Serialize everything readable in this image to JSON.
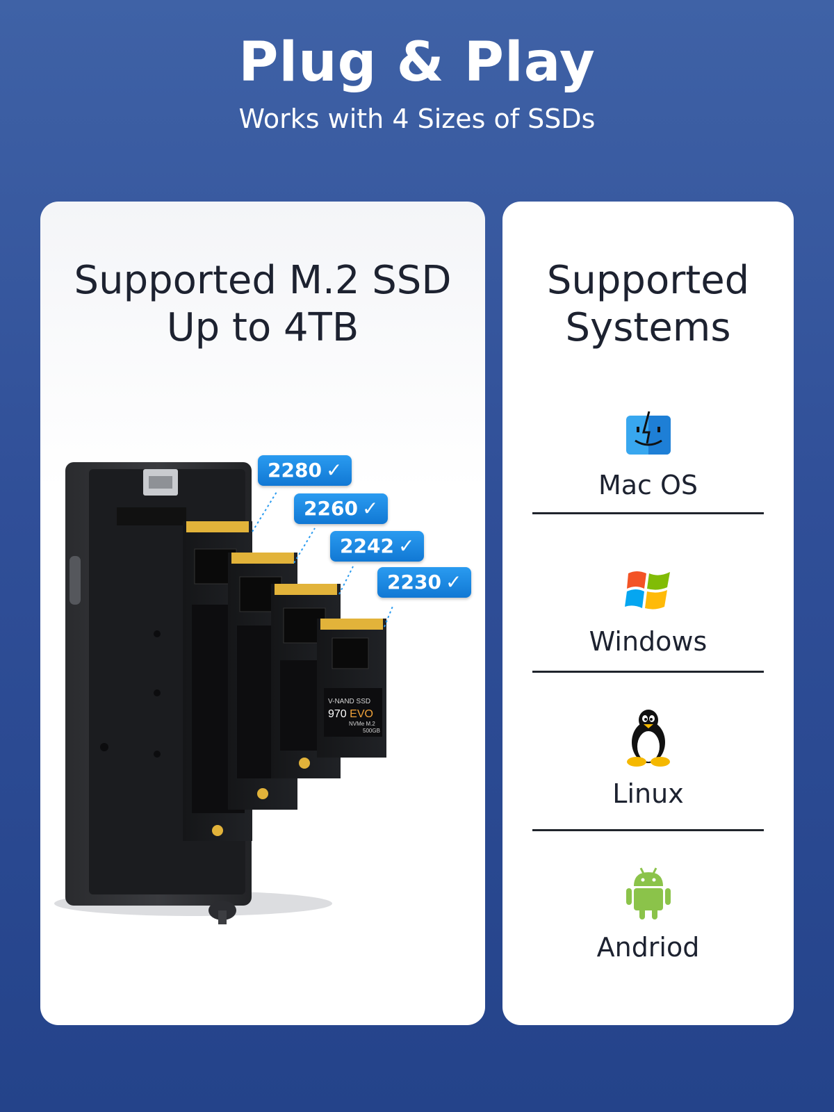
{
  "header": {
    "title": "Plug & Play",
    "subtitle": "Works with 4 Sizes of SSDs"
  },
  "left_card": {
    "title_line1": "Supported M.2 SSD",
    "title_line2": "Up to 4TB",
    "size_tags": [
      {
        "label": "2280"
      },
      {
        "label": "2260"
      },
      {
        "label": "2242"
      },
      {
        "label": "2230"
      }
    ],
    "ssd_label_brand": "V-NAND SSD",
    "ssd_label_model": "970 EVO",
    "ssd_label_type": "NVMe M.2",
    "ssd_label_capacity": "500GB"
  },
  "right_card": {
    "title_line1": "Supported",
    "title_line2": "Systems",
    "systems": [
      {
        "label": "Mac OS",
        "icon": "mac-finder-icon"
      },
      {
        "label": "Windows",
        "icon": "windows-logo-icon"
      },
      {
        "label": "Linux",
        "icon": "linux-tux-icon"
      },
      {
        "label": "Andriod",
        "icon": "android-robot-icon"
      }
    ]
  },
  "colors": {
    "background_top": "#3f62a6",
    "background_bottom": "#24438a",
    "tag_blue": "#1a86e0",
    "gold_contacts": "#e2b33a"
  }
}
